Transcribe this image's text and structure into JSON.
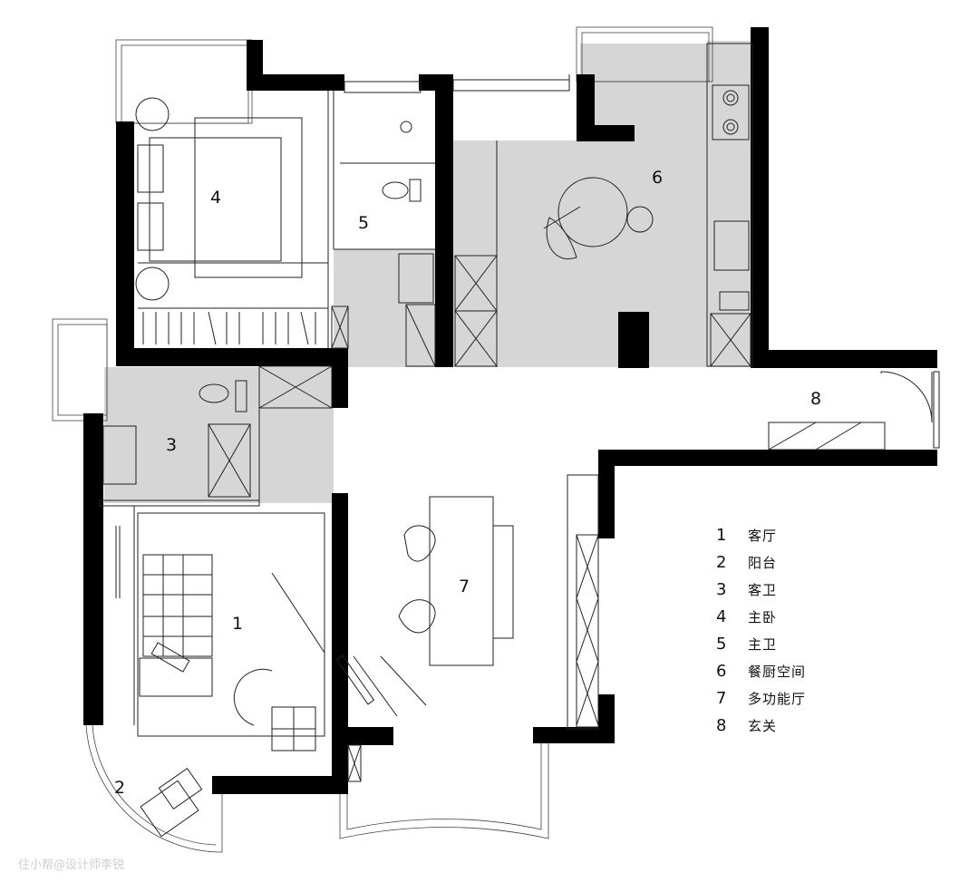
{
  "plan": {
    "rooms": [
      {
        "id": "1",
        "label": "1"
      },
      {
        "id": "2",
        "label": "2"
      },
      {
        "id": "3",
        "label": "3"
      },
      {
        "id": "4",
        "label": "4"
      },
      {
        "id": "5",
        "label": "5"
      },
      {
        "id": "6",
        "label": "6"
      },
      {
        "id": "7",
        "label": "7"
      },
      {
        "id": "8",
        "label": "8"
      }
    ],
    "legend": [
      {
        "number": "1",
        "name": "客厅"
      },
      {
        "number": "2",
        "name": "阳台"
      },
      {
        "number": "3",
        "name": "客卫"
      },
      {
        "number": "4",
        "name": "主卧"
      },
      {
        "number": "5",
        "name": "主卫"
      },
      {
        "number": "6",
        "name": "餐厨空间"
      },
      {
        "number": "7",
        "name": "多功能厅"
      },
      {
        "number": "8",
        "name": "玄关"
      }
    ],
    "watermark": "住小帮@设计师李锐",
    "colors": {
      "wall": "#000000",
      "wet_area": "#d6d6d6",
      "line": "#222222"
    }
  }
}
